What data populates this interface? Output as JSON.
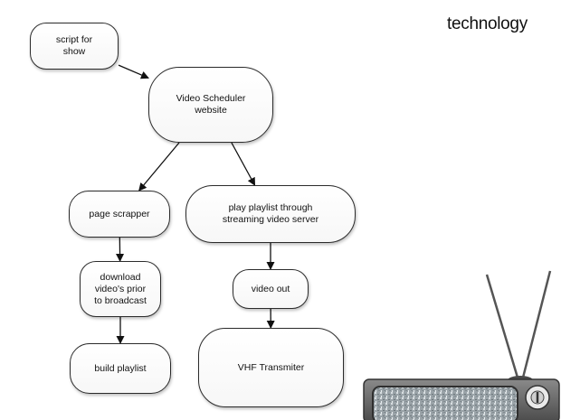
{
  "title": "technology",
  "diagram": {
    "nodes": [
      {
        "id": "script",
        "label": "script for\nshow"
      },
      {
        "id": "scheduler",
        "label": "Video Scheduler\nwebsite"
      },
      {
        "id": "scrapper",
        "label": "page scrapper"
      },
      {
        "id": "stream",
        "label": "play playlist through\nstreaming video server"
      },
      {
        "id": "download",
        "label": "download\nvideo's prior\nto broadcast"
      },
      {
        "id": "videoout",
        "label": "video out"
      },
      {
        "id": "playlist",
        "label": "build playlist"
      },
      {
        "id": "vhf",
        "label": "VHF Transmiter"
      }
    ],
    "edges": [
      {
        "from": "script",
        "to": "scheduler"
      },
      {
        "from": "scheduler",
        "to": "scrapper"
      },
      {
        "from": "scheduler",
        "to": "stream"
      },
      {
        "from": "scrapper",
        "to": "download"
      },
      {
        "from": "download",
        "to": "playlist"
      },
      {
        "from": "stream",
        "to": "videoout"
      },
      {
        "from": "videoout",
        "to": "vhf"
      }
    ]
  },
  "colors": {
    "node_border": "#2b2b2b",
    "arrow": "#111111",
    "tv_body": "#6f6f6f",
    "tv_screen": "#9aa3a8"
  },
  "icons": [
    "television-icon"
  ]
}
